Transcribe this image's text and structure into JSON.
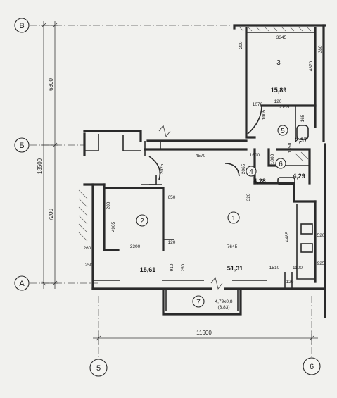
{
  "axes": {
    "rows": [
      "В",
      "Б",
      "А"
    ],
    "cols": [
      "5",
      "6"
    ]
  },
  "overall_dims": {
    "total_height": "13500",
    "upper_height": "6300",
    "lower_height": "7200",
    "total_width": "11600"
  },
  "rooms": [
    {
      "no": "1",
      "area": "51,31"
    },
    {
      "no": "2",
      "area": "15,61"
    },
    {
      "no": "3",
      "area": "15,89"
    },
    {
      "no": "4",
      "area": "4,28"
    },
    {
      "no": "5",
      "area": "2,37"
    },
    {
      "no": "6",
      "area": "4,29"
    },
    {
      "no": "7",
      "area": "4,79x0,8",
      "area_sub": "(3,83)"
    }
  ],
  "dims": {
    "d3345": "3345",
    "d200a": "200",
    "d380": "380",
    "d4870": "4870",
    "d1070": "1070",
    "d120a": "120",
    "d2155": "2155",
    "d1005": "1005",
    "d165": "165",
    "d4570": "4570",
    "d1600": "1600",
    "d2025": "2025",
    "d2065": "2065",
    "d1800": "1800",
    "d1350": "1350",
    "d650": "650",
    "d200b": "200",
    "d4905": "4905",
    "d3300": "3300",
    "d120b": "120",
    "d7645": "7645",
    "d4485": "4485",
    "d260": "260",
    "d250": "250",
    "d910": "910",
    "d1250": "1250",
    "d1510": "1510",
    "d1100": "1100",
    "d120c": "120",
    "d320": "320",
    "d520": "520",
    "d925": "925"
  }
}
